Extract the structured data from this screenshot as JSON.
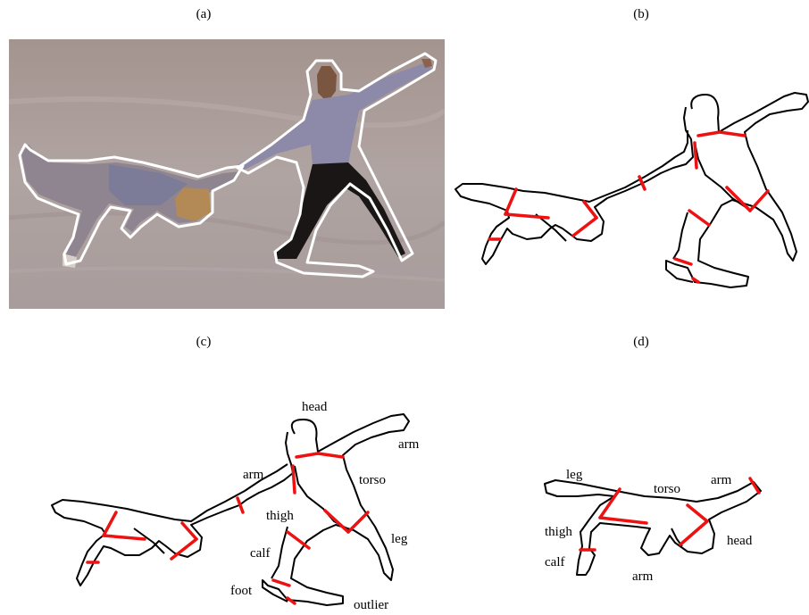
{
  "panels": {
    "a": "(a)",
    "b": "(b)",
    "c": "(c)",
    "d": "(d)"
  },
  "panel_c_labels": {
    "head": "head",
    "arm_right": "arm",
    "arm_left": "arm",
    "torso": "torso",
    "thigh": "thigh",
    "leg": "leg",
    "calf": "calf",
    "foot": "foot",
    "outlier": "outlier"
  },
  "panel_d_labels": {
    "leg": "leg",
    "torso": "torso",
    "arm_top": "arm",
    "thigh": "thigh",
    "head": "head",
    "calf": "calf",
    "arm_bottom": "arm"
  },
  "colors": {
    "outline": "#000000",
    "segment_cut": "#ee1111",
    "photo_outline": "#ffffff",
    "ice_background": "#a89a98"
  }
}
